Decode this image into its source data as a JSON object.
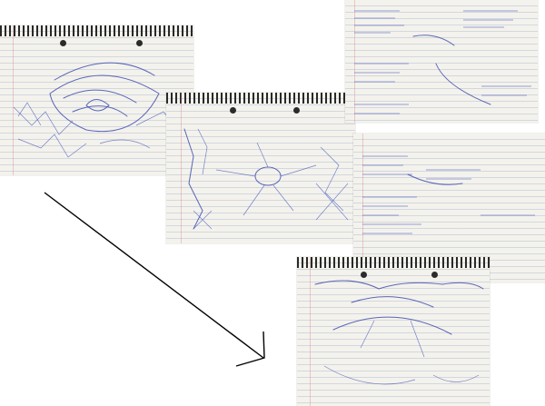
{
  "photos": [
    {
      "id": "sheet-1",
      "notes": []
    },
    {
      "id": "sheet-2",
      "notes": []
    },
    {
      "id": "sheet-3",
      "notes": []
    },
    {
      "id": "sheet-4",
      "notes": []
    },
    {
      "id": "sheet-5",
      "notes": []
    }
  ],
  "colors": {
    "ink": "#3f4fb0",
    "paper": "#f4f2ec",
    "arrow": "#000000"
  }
}
